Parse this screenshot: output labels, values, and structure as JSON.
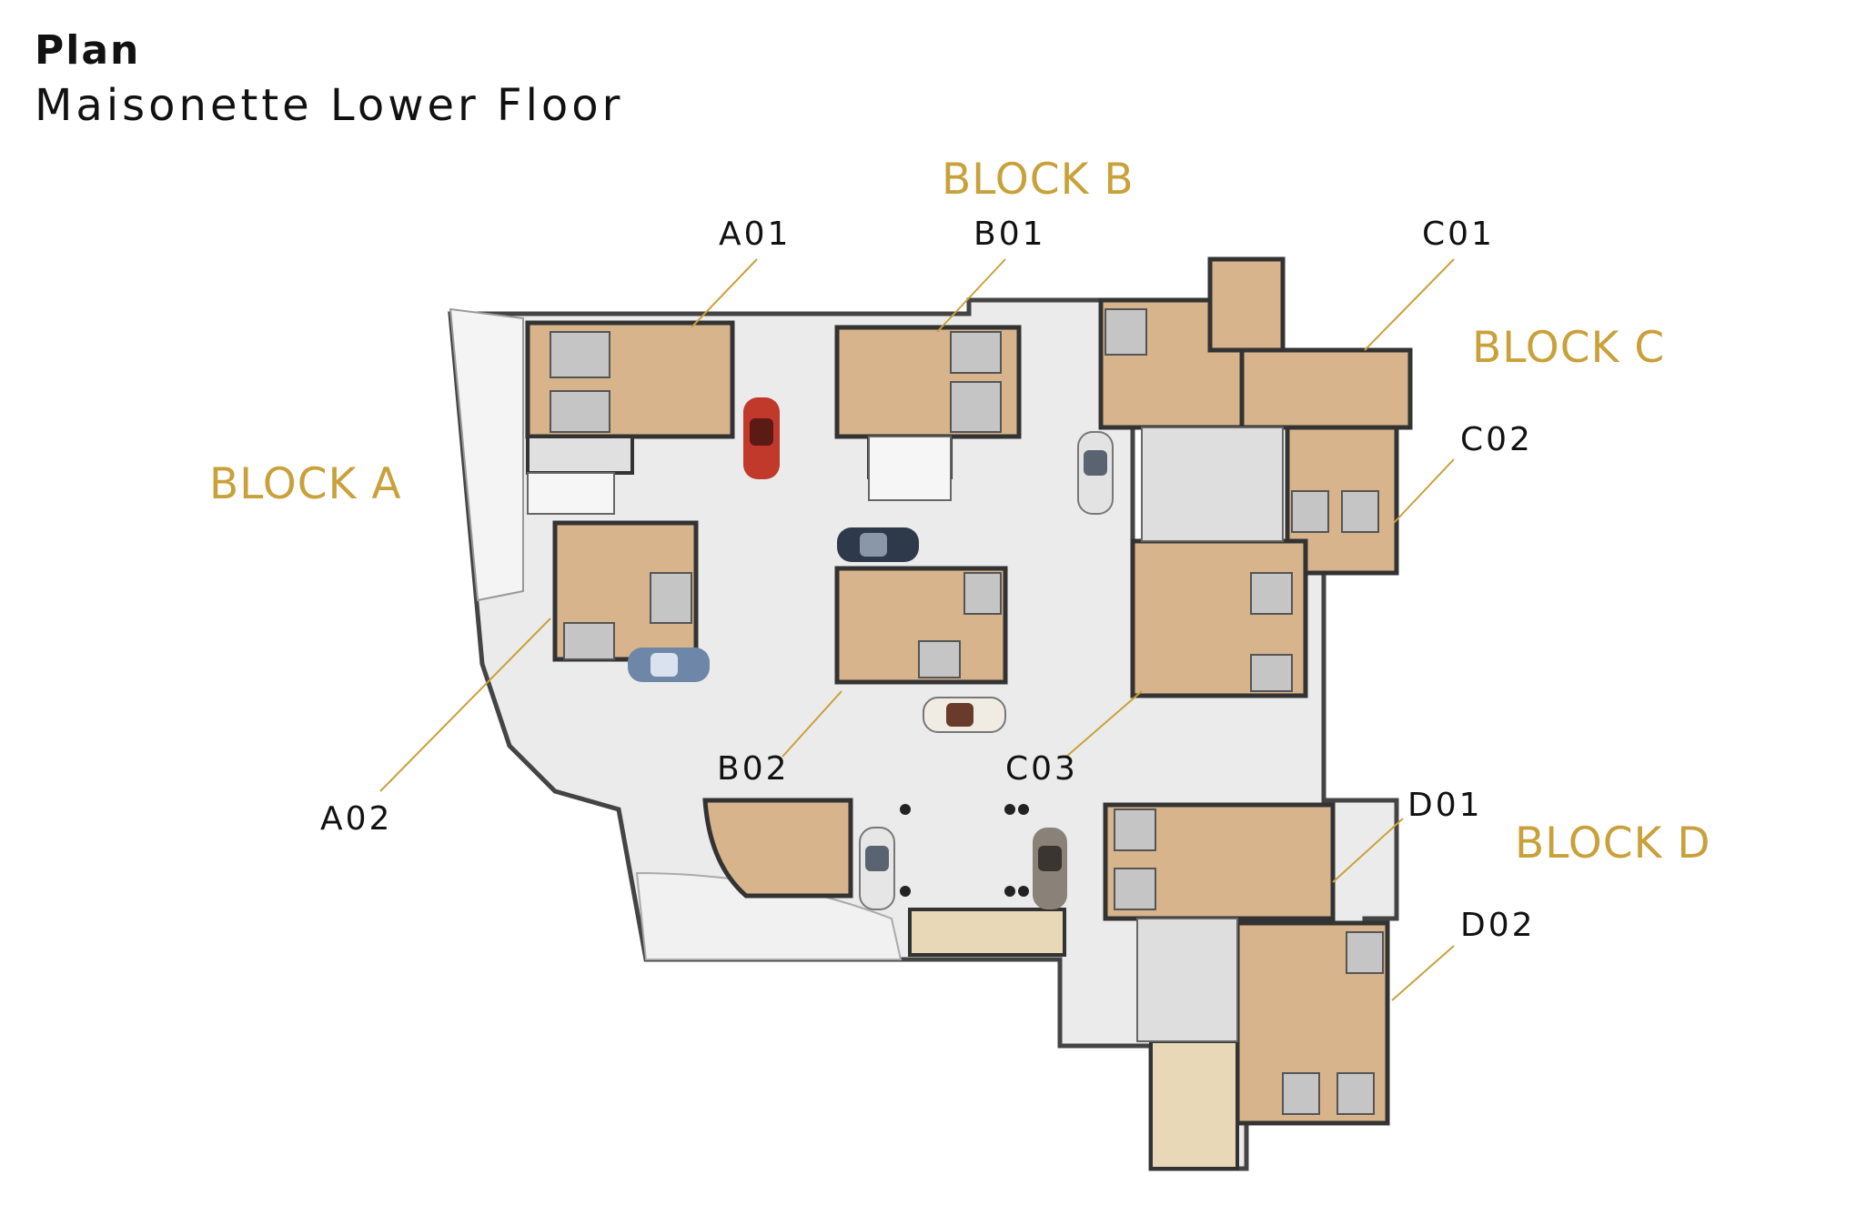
{
  "header": {
    "title": "Plan",
    "subtitle": "Maisonette Lower Floor"
  },
  "blocks": {
    "a": "BLOCK A",
    "b": "BLOCK B",
    "c": "BLOCK C",
    "d": "BLOCK D"
  },
  "units": {
    "a01": "A01",
    "a02": "A02",
    "b01": "B01",
    "b02": "B02",
    "c01": "C01",
    "c02": "C02",
    "c03": "C03",
    "d01": "D01",
    "d02": "D02"
  },
  "colors": {
    "accent": "#c9a13b",
    "room": "#d7b48c",
    "floor": "#eeeeee",
    "wall": "#333333",
    "leader": "#c9a13b"
  }
}
